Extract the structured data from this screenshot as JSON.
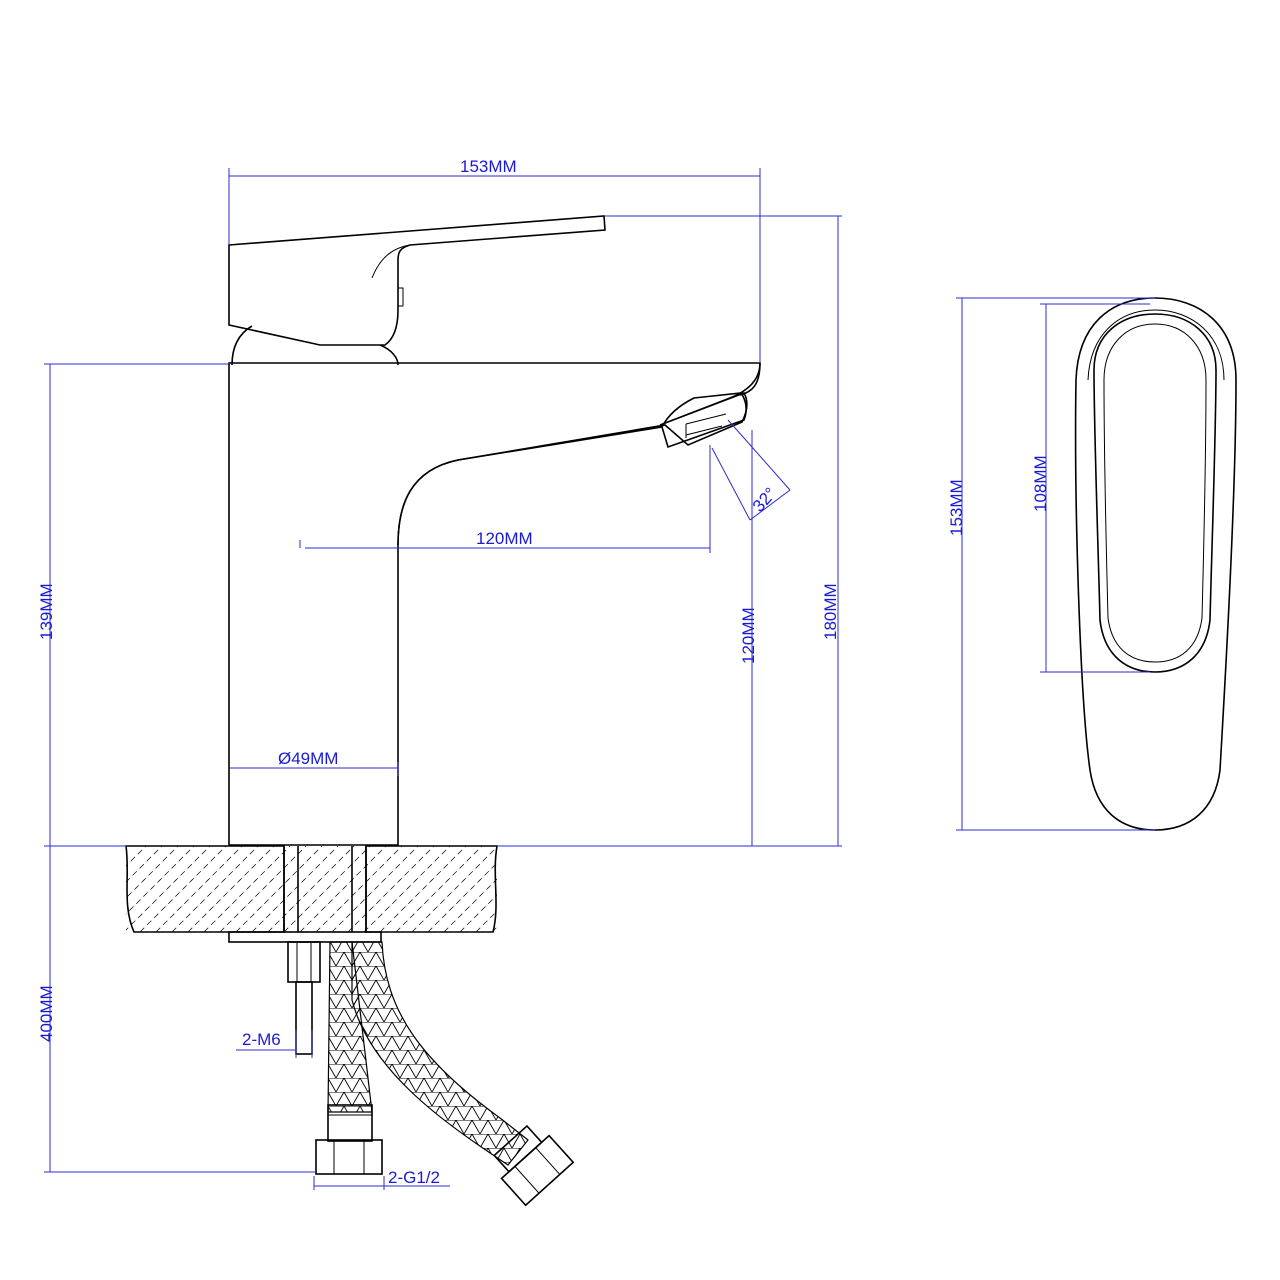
{
  "dimensions": {
    "overall_width": "153MM",
    "body_height": "139MM",
    "spout_height": "120MM",
    "total_height": "180MM",
    "spout_reach": "120MM",
    "body_diameter": "Ø49MM",
    "spout_angle": "32°",
    "hose_length": "400MM",
    "stud_thread": "2-M6",
    "hose_thread": "2-G1/2",
    "handle_length": "153MM",
    "handle_inner_length": "108MM"
  },
  "colors": {
    "dimension": "#1a1ad4",
    "outline": "#000000",
    "background": "#ffffff"
  }
}
